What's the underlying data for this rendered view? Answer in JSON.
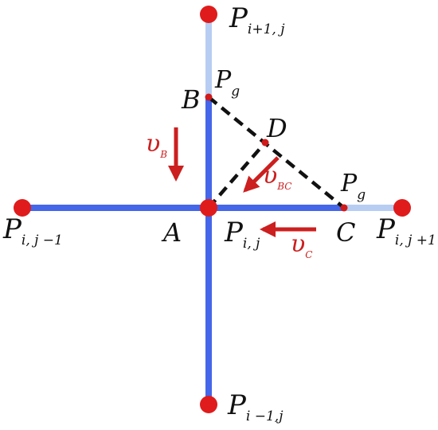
{
  "colors": {
    "grid_line": "#4466e8",
    "grid_line_light": "#b7cdf2",
    "node": "#e01b1b",
    "dashed": "#111111",
    "arrow": "#cc1f1f",
    "label": "#111111",
    "velocity_label": "#cc1f1f"
  },
  "nodes": {
    "top": {
      "main": "P",
      "sub": "i+1, j"
    },
    "left": {
      "main": "P",
      "sub": "i, j −1"
    },
    "right": {
      "main": "P",
      "sub": "i, j +1"
    },
    "bottom": {
      "main": "P",
      "sub": "i −1,j"
    },
    "center": {
      "main": "P",
      "sub": "i, j"
    }
  },
  "points": {
    "A": "A",
    "B": "B",
    "C": "C",
    "D": "D"
  },
  "ghost_points": {
    "near_B": {
      "main": "P",
      "sub": "g"
    },
    "near_C": {
      "main": "P",
      "sub": "g"
    }
  },
  "velocities": {
    "vB": {
      "main": "υ",
      "sub": "B"
    },
    "vBC": {
      "main": "υ",
      "sub": "BC"
    },
    "vC": {
      "main": "υ",
      "sub": "C"
    }
  }
}
